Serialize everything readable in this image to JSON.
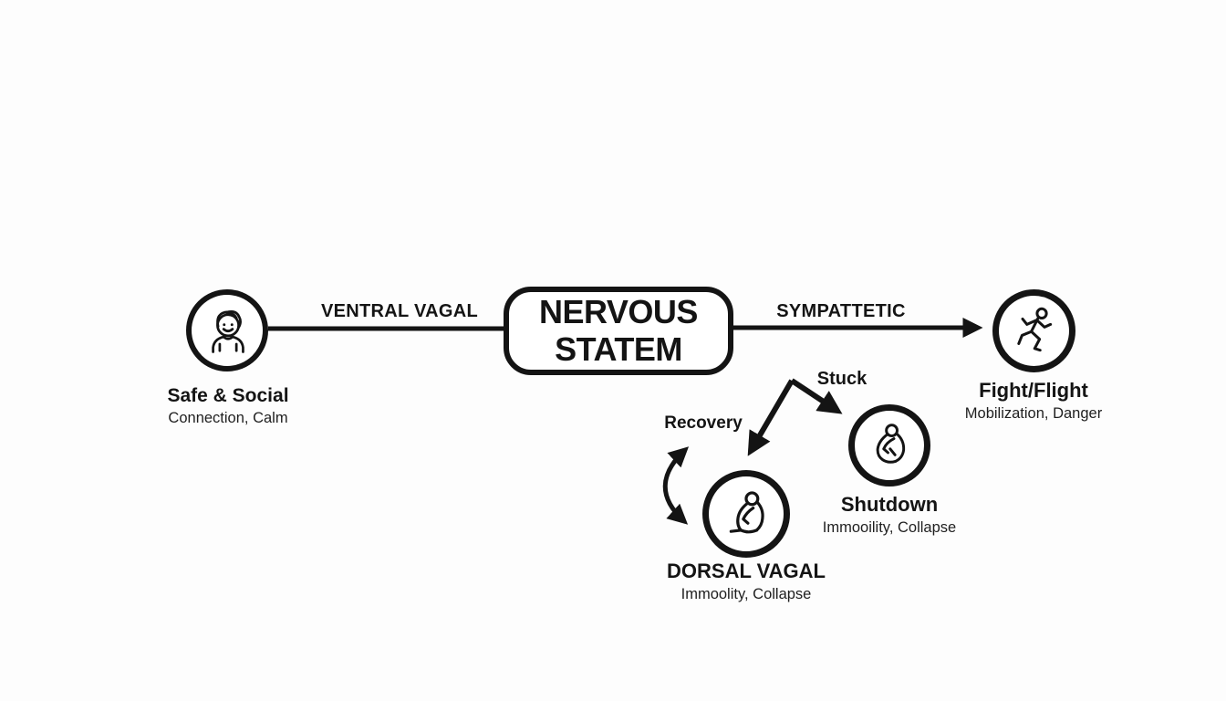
{
  "diagram": {
    "title_box": {
      "line1": "NERVOUS",
      "line2": "STATEM"
    },
    "edges": {
      "ventral_label": "VENTRAL VAGAL",
      "sympathetic_label": "SYMPATTETIC",
      "stuck_label": "Stuck",
      "recovery_label": "Recovery"
    },
    "nodes": {
      "safe_social": {
        "title": "Safe & Social",
        "subtitle": "Connection, Calm",
        "icon": "smiling-person-icon"
      },
      "fight_flight": {
        "title": "Fight/Flight",
        "subtitle": "Mobilization, Danger",
        "icon": "running-person-icon"
      },
      "shutdown": {
        "title": "Shutdown",
        "subtitle": "Immooility, Collapse",
        "icon": "curled-person-icon"
      },
      "dorsal_vagal": {
        "title": "DORSAL VAGAL",
        "subtitle": "Immoolity, Collapse",
        "icon": "sitting-person-icon"
      }
    },
    "colors": {
      "ink": "#141414",
      "background": "#fdfdfd"
    }
  }
}
